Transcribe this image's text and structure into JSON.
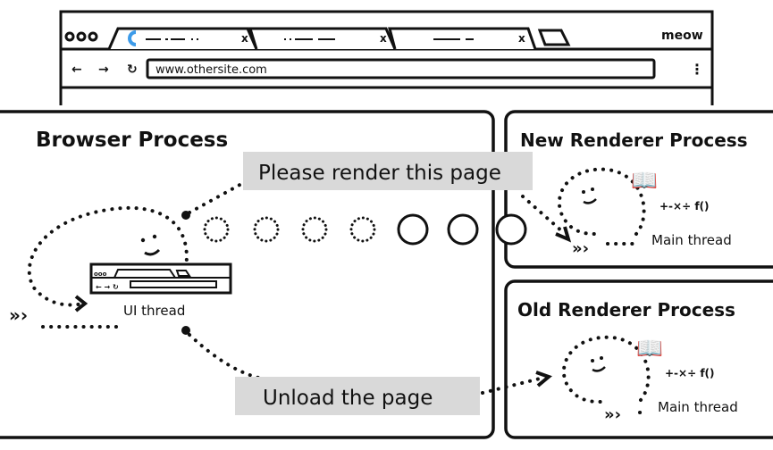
{
  "browser_window": {
    "url": "www.othersite.com",
    "profile_label": "meow",
    "tabs": [
      {
        "close_label": "x"
      },
      {
        "close_label": "x"
      },
      {
        "close_label": "x"
      }
    ]
  },
  "browser_process": {
    "title": "Browser Process",
    "ui_thread_label": "UI thread",
    "request_message": "Please render this page",
    "unload_message": "Unload the page"
  },
  "new_renderer": {
    "title": "New Renderer Process",
    "thread_label": "Main thread"
  },
  "old_renderer": {
    "title": "Old Renderer Process",
    "thread_label": "Main thread"
  },
  "colors": {
    "label_bg": "#d9d9d9",
    "loading_spinner": "#3d9be9",
    "stroke": "#111111"
  }
}
